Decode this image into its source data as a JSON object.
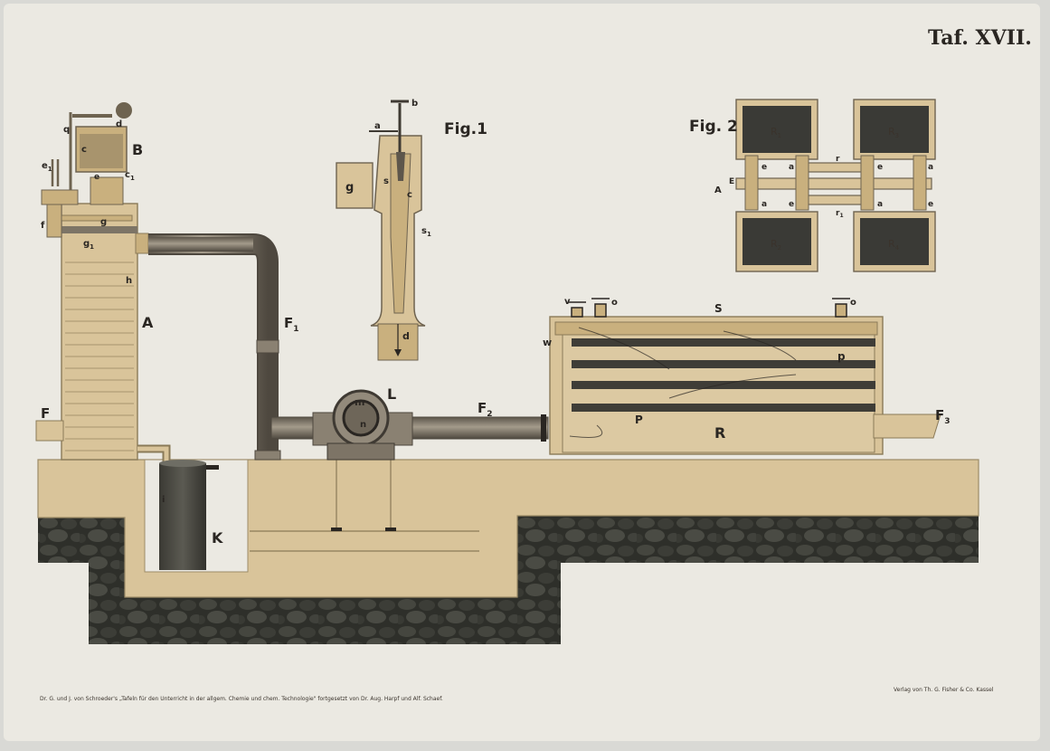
{
  "plate": {
    "title": "Taf. XVII.",
    "footer_left": "Dr. G. und J. von Schroeder's „Tafeln für den Unterricht in der allgem. Chemie und chem. Technologie\" fortgesetzt von Dr. Aug. Harpf und Alf. Schaef.",
    "footer_right": "Verlag von Th. G. Fisher & Co. Kassel"
  },
  "fig1": {
    "title": "Fig.1",
    "labels": {
      "a": "a",
      "b": "b",
      "g": "g",
      "s": "s",
      "c": "c",
      "s1": "s",
      "s1_sub": "1",
      "d": "d"
    }
  },
  "fig2": {
    "title": "Fig. 2",
    "chambers": [
      {
        "name": "R",
        "sub": "1"
      },
      {
        "name": "R",
        "sub": "3"
      },
      {
        "name": "R",
        "sub": "2"
      },
      {
        "name": "R",
        "sub": "4"
      }
    ],
    "labels": {
      "A": "A",
      "E": "E",
      "e": "e",
      "a": "a",
      "r": "r",
      "r1": "r",
      "r1_sub": "1"
    }
  },
  "main": {
    "A": "A",
    "B": "B",
    "F": "F",
    "F1": "F",
    "F1_sub": "1",
    "F2": "F",
    "F2_sub": "2",
    "F3": "F",
    "F3_sub": "3",
    "K": "K",
    "L": "L",
    "R": "R",
    "S": "S",
    "P": "P",
    "p": "p",
    "w": "w",
    "v": "v",
    "o": "o",
    "m": "m",
    "n": "n",
    "h": "h",
    "g": "g",
    "g1": "g",
    "g1_sub": "1",
    "f": "f",
    "q": "q",
    "c": "c",
    "c1": "c",
    "c1_sub": "1",
    "d": "d",
    "e": "e",
    "e1": "e",
    "e1_sub": "1",
    "i": "i"
  },
  "colors": {
    "paper": "#ebe9e2",
    "tan": "#d9c49a",
    "tan_dark": "#c9b07e",
    "pipe": "#7d7466",
    "rock": "#34352f",
    "ink": "#2a2622",
    "chamber": "#3a3a36"
  }
}
